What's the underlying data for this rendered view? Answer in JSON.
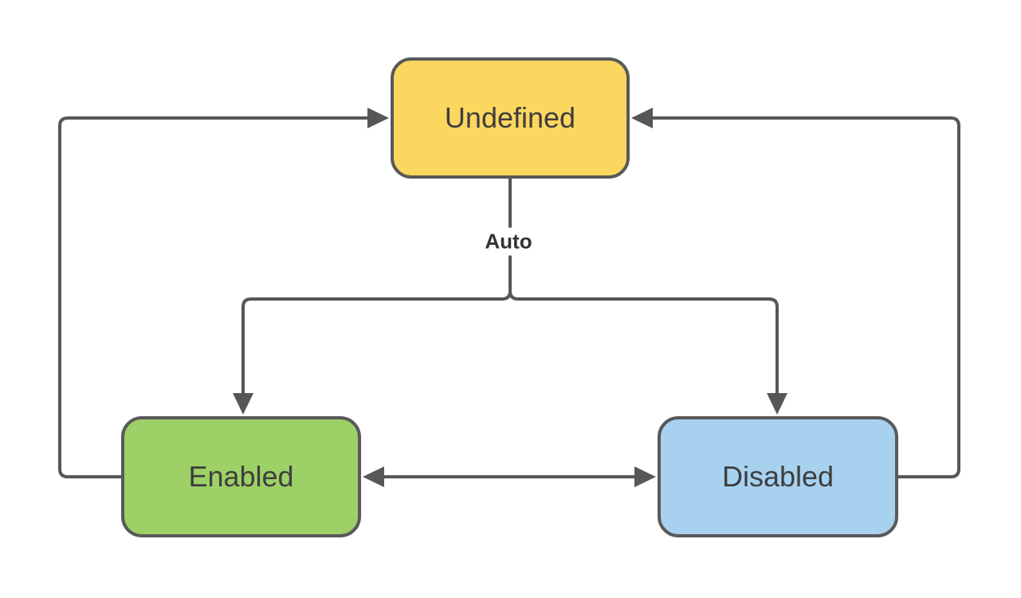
{
  "diagram": {
    "background": "#ffffff",
    "text_color": "#3E3E3E",
    "nodes": {
      "undefined": {
        "label": "Undefined",
        "fill": "#FCD75F",
        "border": "#595959"
      },
      "enabled": {
        "label": "Enabled",
        "fill": "#9DD066",
        "border": "#595959"
      },
      "disabled": {
        "label": "Disabled",
        "fill": "#A8D1F0",
        "border": "#595959"
      }
    },
    "edges": {
      "line_color": "#575757",
      "auto_label": "Auto",
      "connections": [
        {
          "from": "Undefined",
          "to": "Enabled",
          "label": "Auto"
        },
        {
          "from": "Undefined",
          "to": "Disabled",
          "label": "Auto"
        },
        {
          "from": "Enabled",
          "to": "Disabled",
          "direction": "bidirectional"
        },
        {
          "from": "Enabled",
          "to": "Undefined"
        },
        {
          "from": "Disabled",
          "to": "Undefined"
        }
      ]
    }
  }
}
